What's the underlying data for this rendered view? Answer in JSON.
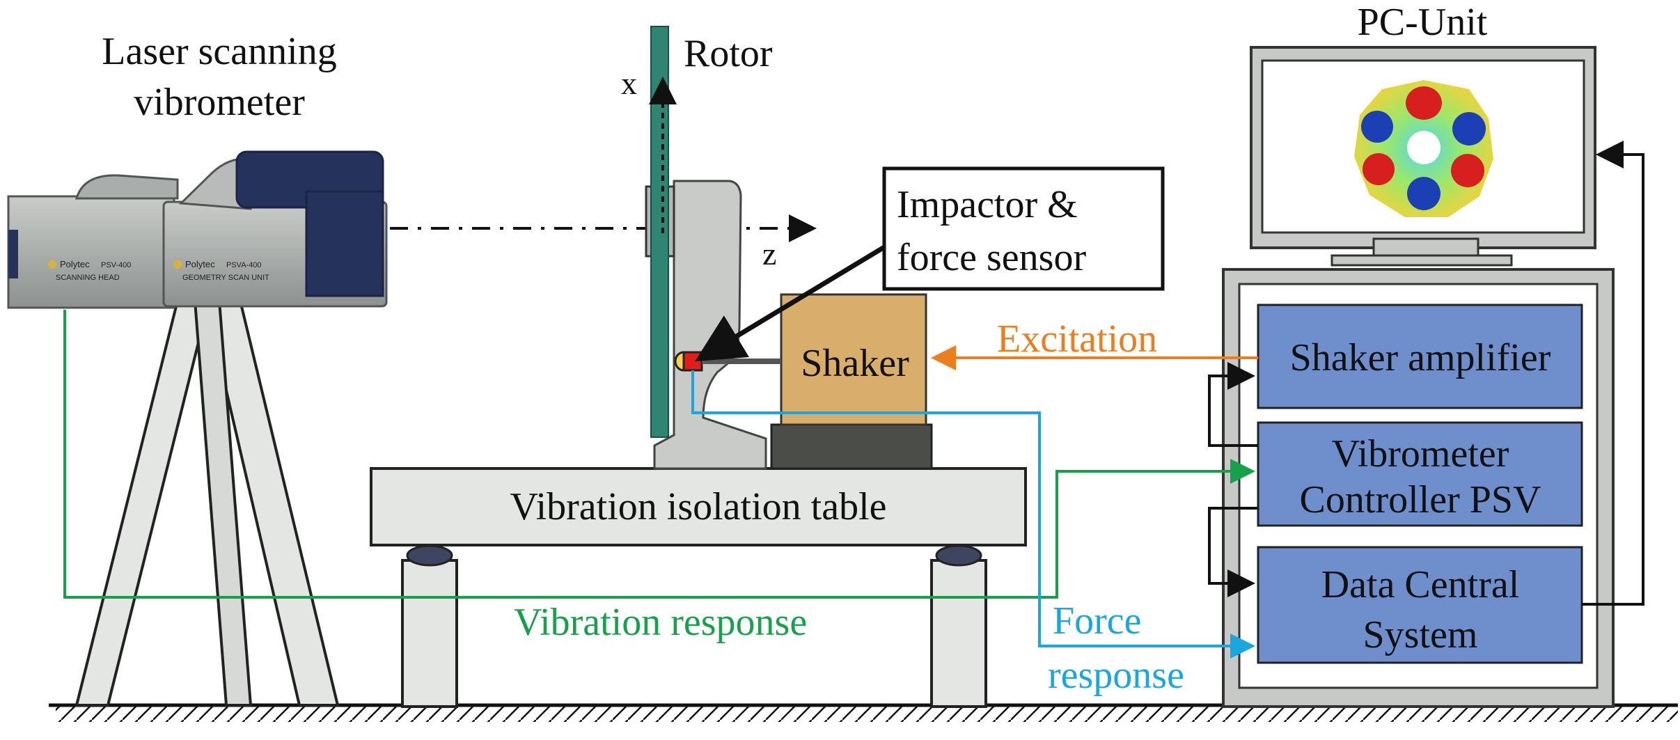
{
  "labels": {
    "vibrometer_line1": "Laser scanning",
    "vibrometer_line2": "vibrometer",
    "rotor": "Rotor",
    "axis_x": "x",
    "axis_z": "z",
    "impactor_line1": "Impactor &",
    "impactor_line2": "force sensor",
    "shaker": "Shaker",
    "excitation": "Excitation",
    "table": "Vibration isolation table",
    "vibration_response": "Vibration response",
    "force_response_line1": "Force",
    "force_response_line2": "response",
    "pc_unit": "PC-Unit",
    "shaker_amplifier": "Shaker amplifier",
    "controller_line1": "Vibrometer",
    "controller_line2": "Controller PSV",
    "data_line1": "Data Central",
    "data_line2": "System"
  },
  "device_labels": {
    "head_brand": "Polytec",
    "head_model": "PSV-400",
    "head_name": "SCANNING HEAD",
    "unit_brand": "Polytec",
    "unit_model": "PSVA-400",
    "unit_name": "GEOMETRY SCAN UNIT"
  },
  "colors": {
    "excitation": "#ee7d1e",
    "vibration_response": "#16a24a",
    "force_response": "#1aa7e0",
    "rotor": "#2f8572",
    "module_fill": "#6e8fcb",
    "shaker_fill": "#d9ae6a",
    "sensor": "#e31b1b"
  }
}
